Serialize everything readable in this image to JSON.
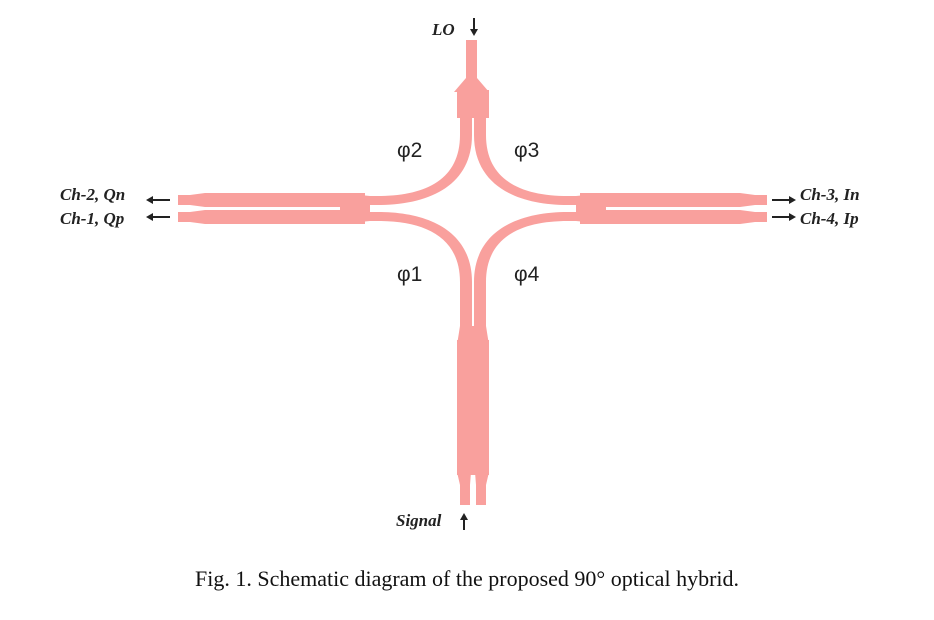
{
  "diagram": {
    "ports": {
      "lo": "LO",
      "signal": "Signal",
      "ch2": "Ch-2, Qn",
      "ch1": "Ch-1, Qp",
      "ch3": "Ch-3, In",
      "ch4": "Ch-4, Ip"
    },
    "phases": {
      "phi1": "φ1",
      "phi2": "φ2",
      "phi3": "φ3",
      "phi4": "φ4"
    },
    "colors": {
      "waveguide": "#f9a09d",
      "text": "#222222"
    }
  },
  "caption": "Fig. 1. Schematic diagram of the proposed 90° optical hybrid."
}
